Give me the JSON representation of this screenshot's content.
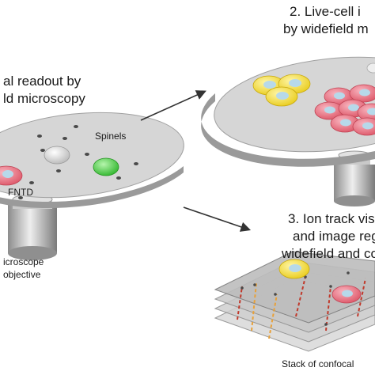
{
  "labels": {
    "step1_line1": "al readout by",
    "step1_line2": "ld microscopy",
    "step2_line1": "2. Live-cell i",
    "step2_line2": "by widefield m",
    "step3_line1": "3. Ion track vis",
    "step3_line2": "and image reg",
    "step3_line3": "widefield and co",
    "spinels": "Spinels",
    "fntd": "FNTD",
    "microscope_line1": "icroscope",
    "microscope_line2": "objective",
    "stack_caption": "Stack of confocal"
  },
  "colors": {
    "disc_top": "#d2d2d2",
    "disc_edge": "#9a9a9a",
    "cell_yellow": "#f2de3a",
    "cell_pink": "#e86f7e",
    "cell_green": "#4cc84a",
    "nucleus": "#b7d9ea",
    "arrow": "#333333",
    "track_red": "#c0392b",
    "track_orange": "#e8a13a"
  }
}
